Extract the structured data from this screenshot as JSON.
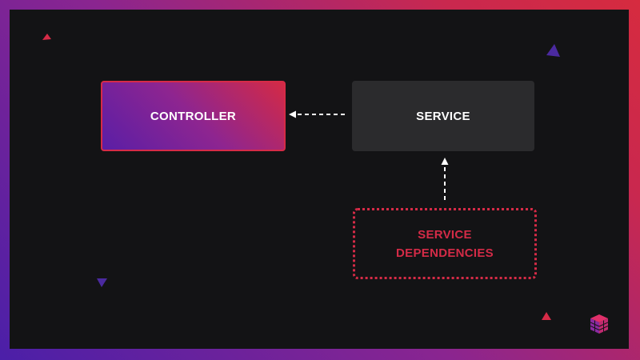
{
  "diagram": {
    "nodes": {
      "controller": {
        "label": "CONTROLLER"
      },
      "service": {
        "label": "SERVICE"
      },
      "dependencies": {
        "label_line1": "SERVICE",
        "label_line2": "DEPENDENCIES"
      }
    },
    "edges": [
      {
        "from": "service",
        "to": "controller",
        "style": "dashed"
      },
      {
        "from": "dependencies",
        "to": "service",
        "style": "dashed"
      }
    ]
  },
  "colors": {
    "accent_red": "#d62b47",
    "accent_purple": "#4b1fa8",
    "background": "#131315",
    "service_box": "#2b2b2d"
  },
  "decorations": {
    "logo_icon": "stacked-cubes-icon"
  }
}
